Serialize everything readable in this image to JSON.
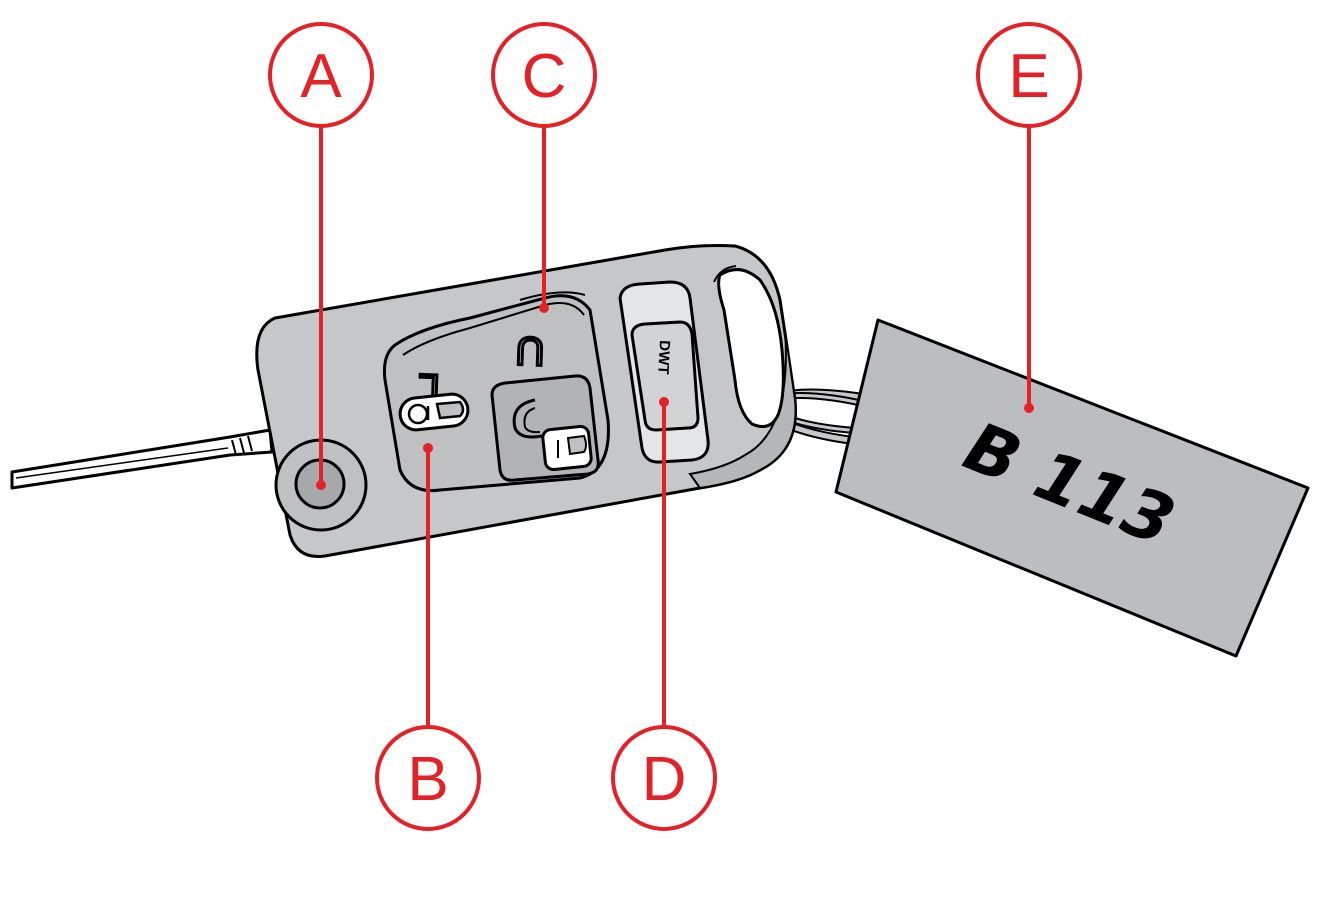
{
  "callouts": [
    {
      "id": "A",
      "label": "A"
    },
    {
      "id": "B",
      "label": "B"
    },
    {
      "id": "C",
      "label": "C"
    },
    {
      "id": "D",
      "label": "D"
    },
    {
      "id": "E",
      "label": "E"
    }
  ],
  "key_tag": {
    "text": "B 113"
  },
  "remote": {
    "lock_button_symbol": "L",
    "unlock_button_symbol": "U",
    "brand_logo_text": "DWT"
  },
  "colors": {
    "callout": "#e32228",
    "key_body": "#c6c7c9",
    "button_light": "#e4e5e6",
    "tag": "#bcbdc0",
    "outline": "#000000"
  },
  "icons": [
    "padlock-closed-icon",
    "padlock-open-icon",
    "key-blade",
    "key-ring",
    "key-tag"
  ]
}
